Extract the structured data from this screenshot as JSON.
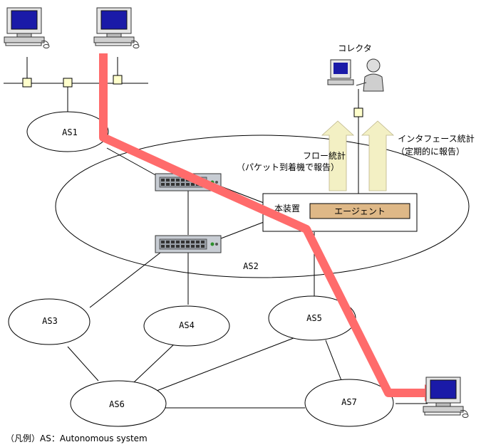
{
  "nodes": {
    "as1": "AS1",
    "as2": "AS2",
    "as3": "AS3",
    "as4": "AS4",
    "as5": "AS5",
    "as6": "AS6",
    "as7": "AS7"
  },
  "collector_label": "コレクタ",
  "flow_stats": {
    "line1": "フロー統計",
    "line2": "（パケット到着機で報告）"
  },
  "if_stats": {
    "line1": "インタフェース統計",
    "line2": "（定期的に報告）"
  },
  "device_label": "本装置",
  "agent_label": "エージェント",
  "legend": "（凡例）AS：Autonomous system",
  "colors": {
    "path": "#ff6b6b",
    "report_arrow": "#f3f0c4",
    "agent_fill": "#deb887",
    "screen": "#1a1aa8"
  }
}
